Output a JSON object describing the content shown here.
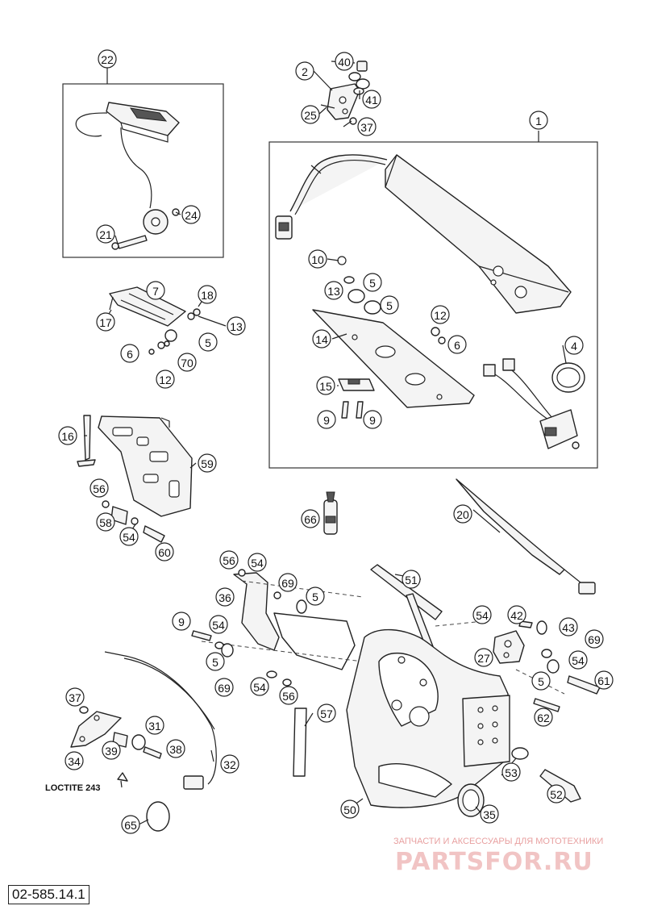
{
  "diagram": {
    "callouts": [
      {
        "id": "c22",
        "label": "22"
      },
      {
        "id": "c2",
        "label": "2"
      },
      {
        "id": "c40",
        "label": "40"
      },
      {
        "id": "c41",
        "label": "41"
      },
      {
        "id": "c25",
        "label": "25"
      },
      {
        "id": "c37a",
        "label": "37"
      },
      {
        "id": "c1",
        "label": "1"
      },
      {
        "id": "c21",
        "label": "21"
      },
      {
        "id": "c24",
        "label": "24"
      },
      {
        "id": "c10",
        "label": "10"
      },
      {
        "id": "c13a",
        "label": "13"
      },
      {
        "id": "c5a",
        "label": "5"
      },
      {
        "id": "c5b",
        "label": "5"
      },
      {
        "id": "c12a",
        "label": "12"
      },
      {
        "id": "c6a",
        "label": "6"
      },
      {
        "id": "c14",
        "label": "14"
      },
      {
        "id": "c4",
        "label": "4"
      },
      {
        "id": "c15",
        "label": "15"
      },
      {
        "id": "c9a",
        "label": "9"
      },
      {
        "id": "c9b",
        "label": "9"
      },
      {
        "id": "c7",
        "label": "7"
      },
      {
        "id": "c18",
        "label": "18"
      },
      {
        "id": "c17",
        "label": "17"
      },
      {
        "id": "c13b",
        "label": "13"
      },
      {
        "id": "c5c",
        "label": "5"
      },
      {
        "id": "c6b",
        "label": "6"
      },
      {
        "id": "c70",
        "label": "70"
      },
      {
        "id": "c12b",
        "label": "12"
      },
      {
        "id": "c16",
        "label": "16"
      },
      {
        "id": "c59",
        "label": "59"
      },
      {
        "id": "c56a",
        "label": "56"
      },
      {
        "id": "c58",
        "label": "58"
      },
      {
        "id": "c54a",
        "label": "54"
      },
      {
        "id": "c60",
        "label": "60"
      },
      {
        "id": "c66",
        "label": "66"
      },
      {
        "id": "c20",
        "label": "20"
      },
      {
        "id": "c56b",
        "label": "56"
      },
      {
        "id": "c54b",
        "label": "54"
      },
      {
        "id": "c69a",
        "label": "69"
      },
      {
        "id": "c36",
        "label": "36"
      },
      {
        "id": "c5d",
        "label": "5"
      },
      {
        "id": "c51",
        "label": "51"
      },
      {
        "id": "c9c",
        "label": "9"
      },
      {
        "id": "c54c",
        "label": "54"
      },
      {
        "id": "c54d",
        "label": "54"
      },
      {
        "id": "c42",
        "label": "42"
      },
      {
        "id": "c43",
        "label": "43"
      },
      {
        "id": "c5e",
        "label": "5"
      },
      {
        "id": "c69b",
        "label": "69"
      },
      {
        "id": "c27",
        "label": "27"
      },
      {
        "id": "c69c",
        "label": "69"
      },
      {
        "id": "c54e",
        "label": "54"
      },
      {
        "id": "c54f",
        "label": "54"
      },
      {
        "id": "c56c",
        "label": "56"
      },
      {
        "id": "c5f",
        "label": "5"
      },
      {
        "id": "c61",
        "label": "61"
      },
      {
        "id": "c37b",
        "label": "37"
      },
      {
        "id": "c57",
        "label": "57"
      },
      {
        "id": "c62",
        "label": "62"
      },
      {
        "id": "c31",
        "label": "31"
      },
      {
        "id": "c34",
        "label": "34"
      },
      {
        "id": "c39",
        "label": "39"
      },
      {
        "id": "c38",
        "label": "38"
      },
      {
        "id": "c32",
        "label": "32"
      },
      {
        "id": "c53",
        "label": "53"
      },
      {
        "id": "c52",
        "label": "52"
      },
      {
        "id": "c50",
        "label": "50"
      },
      {
        "id": "c35",
        "label": "35"
      },
      {
        "id": "c65",
        "label": "65"
      }
    ],
    "note": "LOCTITE 243",
    "drawing_number": "02-585.14.1",
    "watermark": {
      "tagline": "ЗАПЧАСТИ И АКСЕССУАРЫ ДЛЯ МОТОТЕХНИКИ",
      "logo": "PARTSFOR.RU"
    }
  }
}
